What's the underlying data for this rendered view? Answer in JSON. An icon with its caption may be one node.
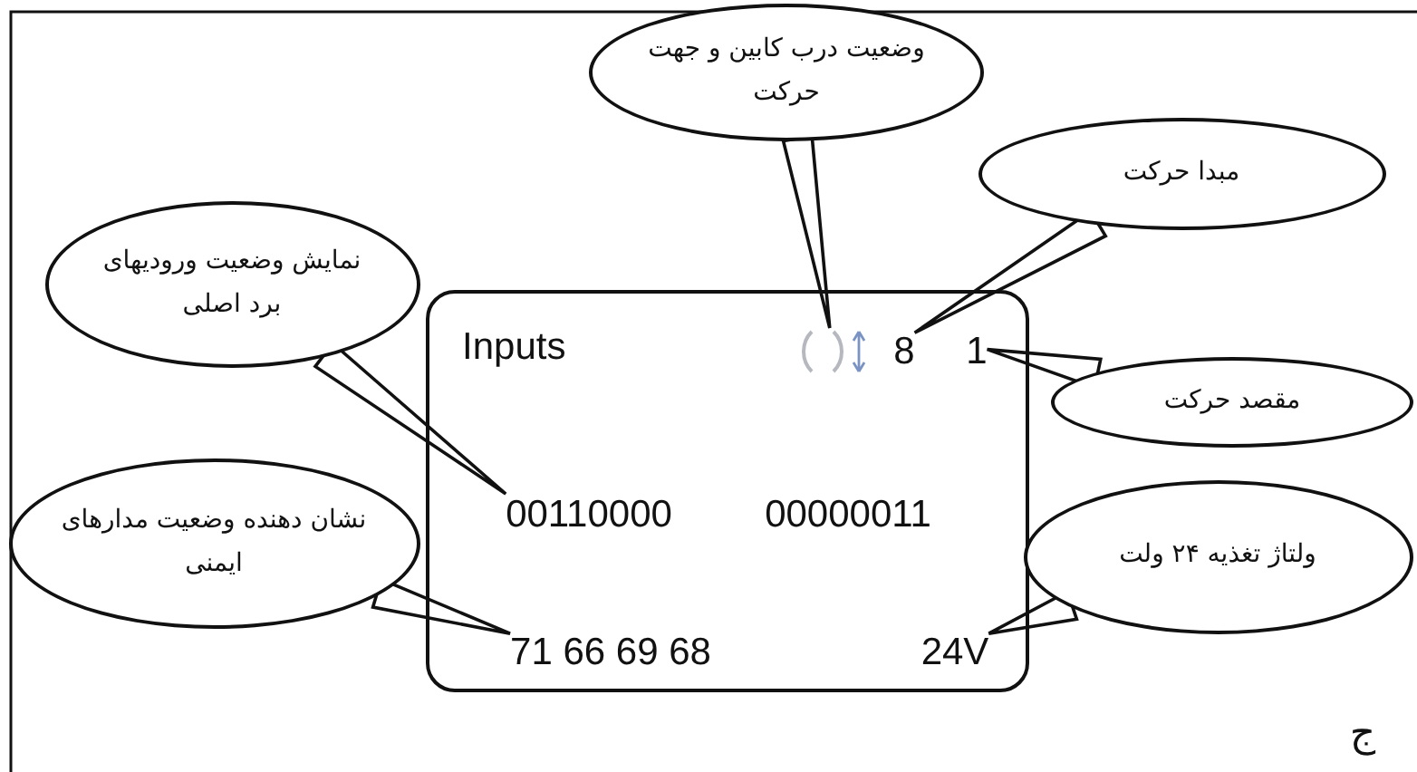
{
  "diagram": {
    "nodes": [
      {
        "text": [
          "Inputs"
        ]
      },
      {
        "text": [],
        "shape": "picture",
        "in": 0
      },
      {
        "text": [
          "8"
        ],
        "in": 0
      },
      {
        "text": [
          "1"
        ],
        "in": 0
      },
      {
        "text": [
          "00110000"
        ],
        "in": 0
      },
      {
        "text": [
          "00000011"
        ],
        "in": 0
      },
      {
        "text": [
          "71 66 69 68"
        ],
        "in": 0
      },
      {
        "text": [
          "24V"
        ],
        "in": 0
      },
      {
        "text": [
          "نمایش وضعیت ورودیهای برد اصلی"
        ]
      },
      {
        "text": [
          "وضعیت درب کابین و جهت حرکت"
        ]
      },
      {
        "text": [
          "مبدا حرکت"
        ]
      },
      {
        "text": [
          "مقصد حرکت"
        ]
      },
      {
        "text": [
          "نشان دهنده وضعیت مدارهای ایمنی"
        ]
      },
      {
        "text": [
          "ولتاژ تغذیه ۲۴ ولت"
        ]
      }
    ],
    "edges": [
      {
        "from": 8,
        "to": 4,
        "arrow": "none"
      },
      {
        "from": 9,
        "to": 1,
        "arrow": "none"
      },
      {
        "from": 10,
        "to": 2,
        "arrow": "none"
      },
      {
        "from": 11,
        "to": 3,
        "arrow": "none"
      },
      {
        "from": 12,
        "to": 6,
        "arrow": "none"
      },
      {
        "from": 13,
        "to": 7,
        "arrow": "none"
      }
    ],
    "labels": [
      "ج"
    ]
  }
}
